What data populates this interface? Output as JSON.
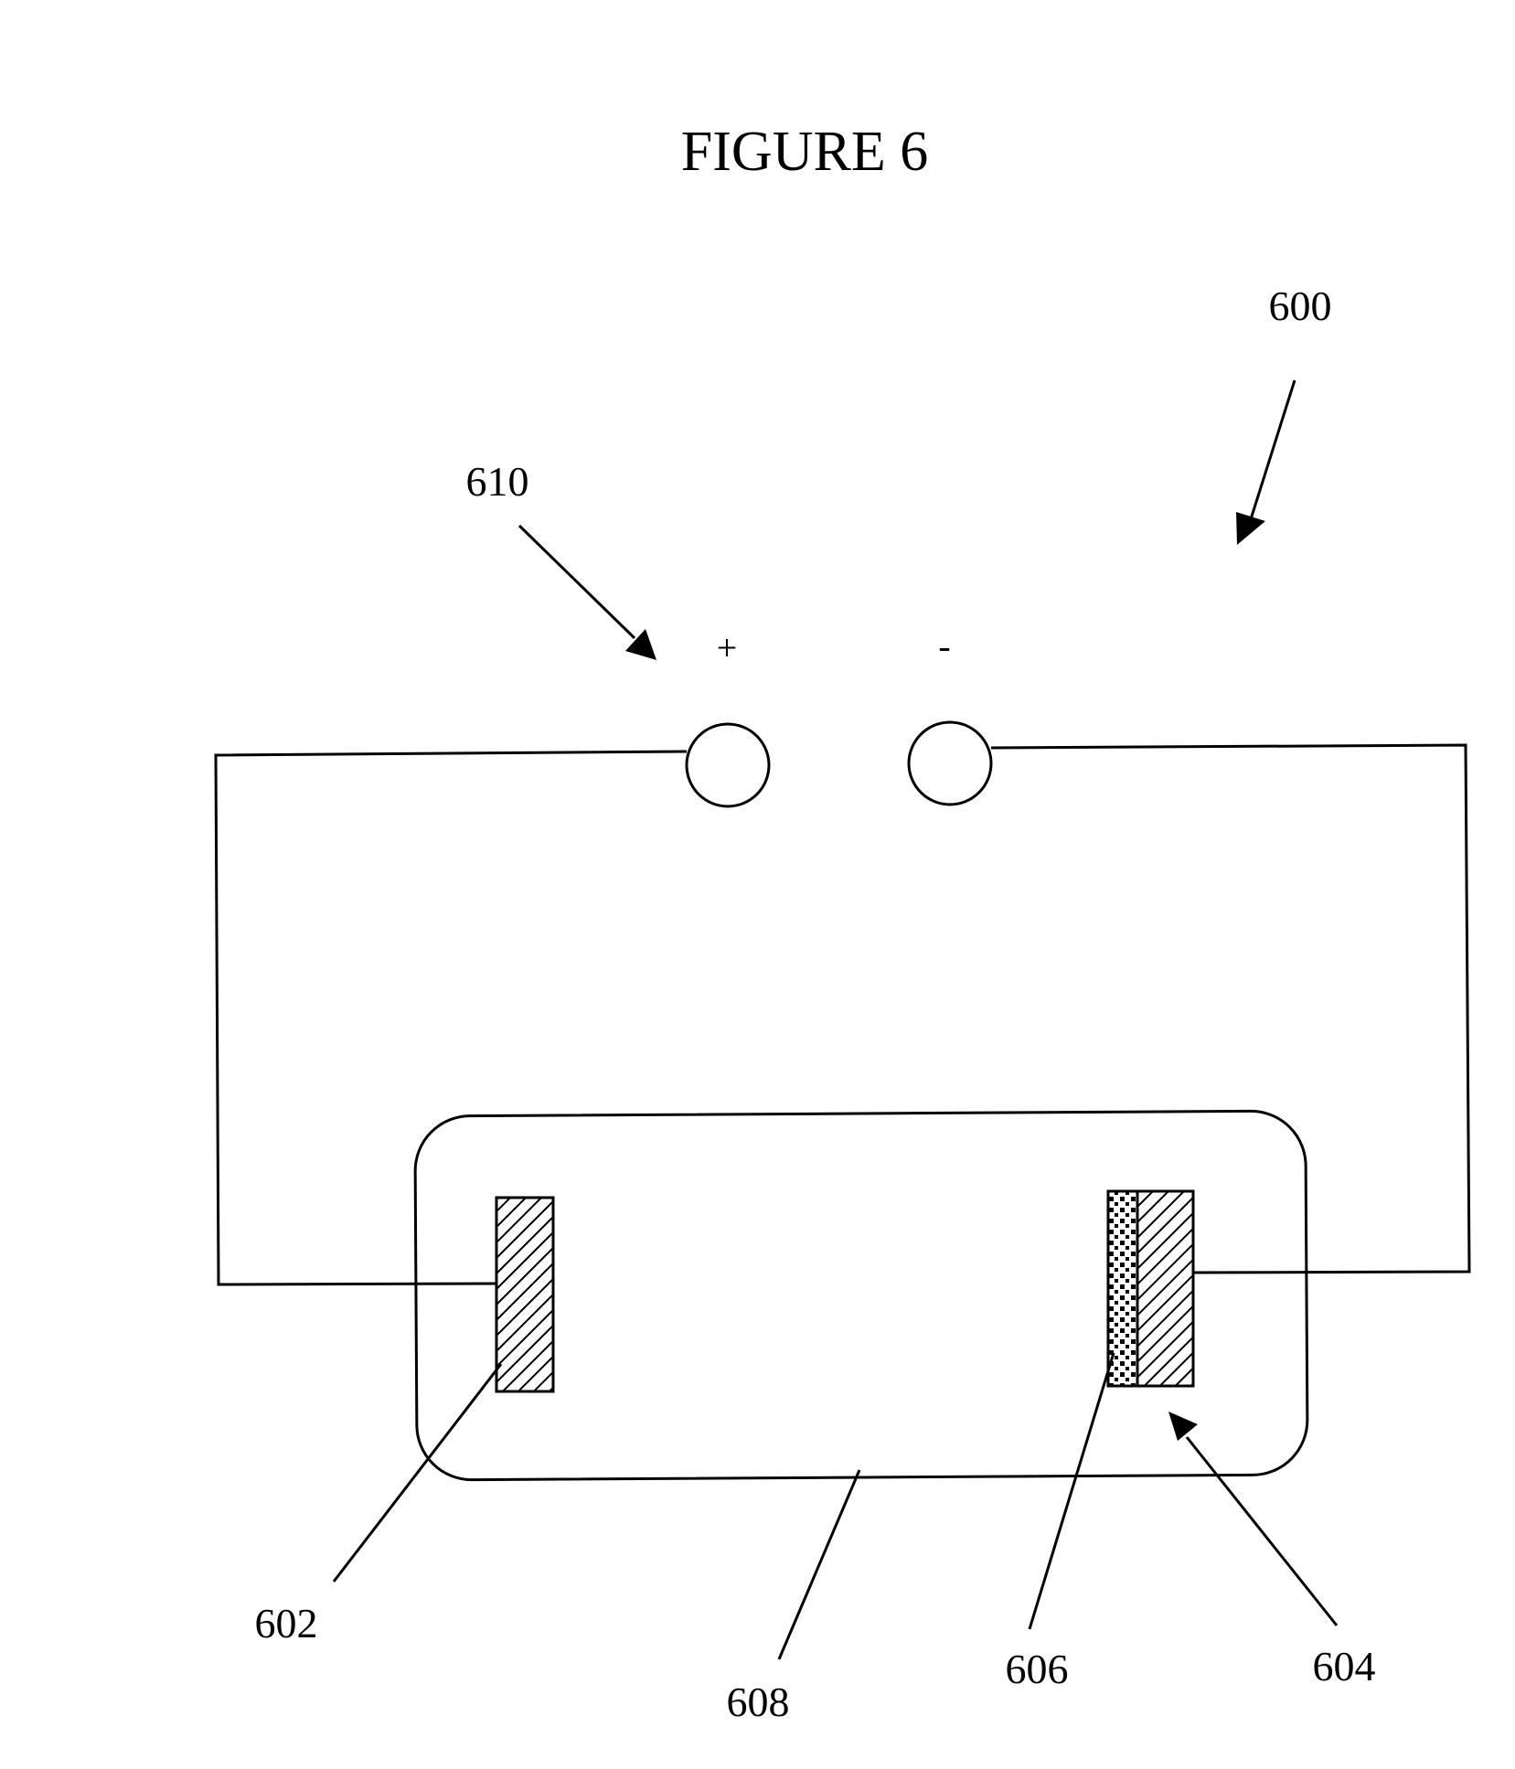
{
  "figure": {
    "title": "FIGURE 6",
    "labels": {
      "device": "600",
      "electrode_left": "602",
      "electrode_right": "604",
      "coating": "606",
      "container": "608",
      "power_source": "610"
    },
    "terminals": {
      "positive": "+",
      "negative": "-"
    }
  },
  "colors": {
    "ink": "#000000",
    "background": "#ffffff"
  }
}
